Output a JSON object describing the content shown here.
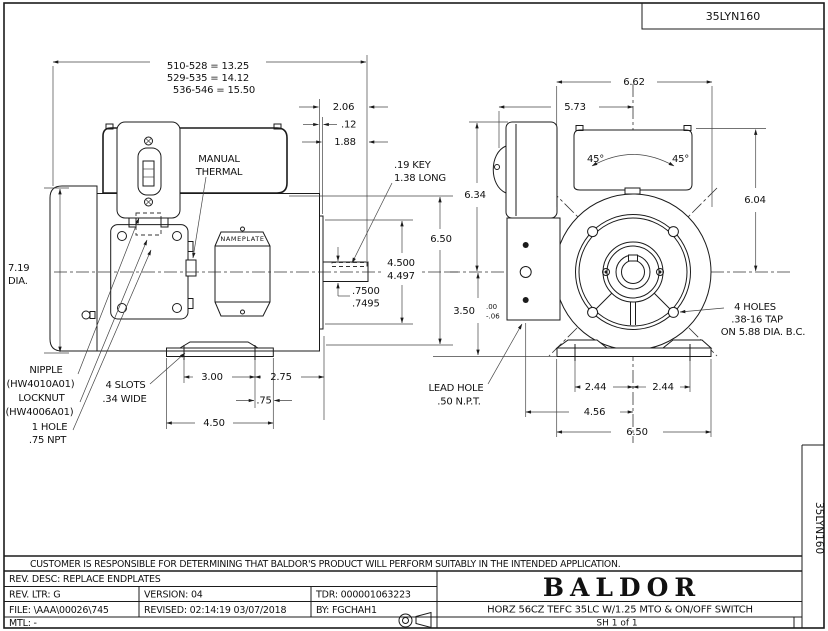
{
  "header": {
    "drawing_number": "35LYN160"
  },
  "side_strip_label": "35LYN160",
  "disclaimer": "CUSTOMER IS RESPONSIBLE FOR DETERMINING THAT BALDOR'S PRODUCT WILL PERFORM SUITABLY IN THE INTENDED APPLICATION.",
  "title_block": {
    "rev_desc": "REV. DESC:  REPLACE ENDPLATES",
    "rev_ltr": "REV. LTR:  G",
    "version": "VERSION: 04",
    "tdr": "TDR: 000001063223",
    "file": "FILE: \\AAA\\00026\\745",
    "revised": "REVISED: 02:14:19  03/07/2018",
    "by": "BY: FGCHAH1",
    "mtl": "MTL: -",
    "logo": "BALDOR",
    "description": "HORZ 56CZ TEFC 35LC W/1.25 MTO & ON/OFF SWITCH",
    "sheet": "SH 1 of 1"
  },
  "side": {
    "stack_len_1": "510-528 = 13.25",
    "stack_len_2": "529-535 = 14.12",
    "stack_len_3": "536-546 = 15.50",
    "d206": "2.06",
    "d012": ".12",
    "d188": "1.88",
    "key1": ".19 KEY",
    "key2": "1.38 LONG",
    "thermal1": "MANUAL",
    "thermal2": "THERMAL",
    "dia1": "7.19",
    "dia2": "DIA.",
    "d650": "6.50",
    "ak1": "4.500",
    "ak2": "4.497",
    "u1": ".7500",
    "u2": ".7495",
    "nameplate": "NAMEPLATE",
    "nip1": "NIPPLE",
    "nip2": "(HW4010A01)",
    "nip3": "LOCKNUT",
    "nip4": "(HW4006A01)",
    "hole1": "1 HOLE",
    "hole2": ".75 NPT",
    "slot1": "4 SLOTS",
    "slot2": ".34 WIDE",
    "d300": "3.00",
    "d275": "2.75",
    "d075": ".75",
    "d450": "4.50"
  },
  "end": {
    "d662": "6.62",
    "d573": "5.73",
    "a45l": "45°",
    "a45r": "45°",
    "d634": "6.34",
    "d604": "6.04",
    "d350": "3.50",
    "tol_hi": ".00",
    "tol_lo": "-.06",
    "holes1": "4 HOLES",
    "holes2": ".38-16 TAP",
    "holes3": "ON 5.88 DIA. B.C.",
    "lead1": "LEAD HOLE",
    "lead2": ".50 N.P.T.",
    "d244l": "2.44",
    "d244r": "2.44",
    "d456": "4.56",
    "d650": "6.50"
  },
  "colors": {
    "line": "#1b1b1b",
    "background": "#ffffff"
  }
}
